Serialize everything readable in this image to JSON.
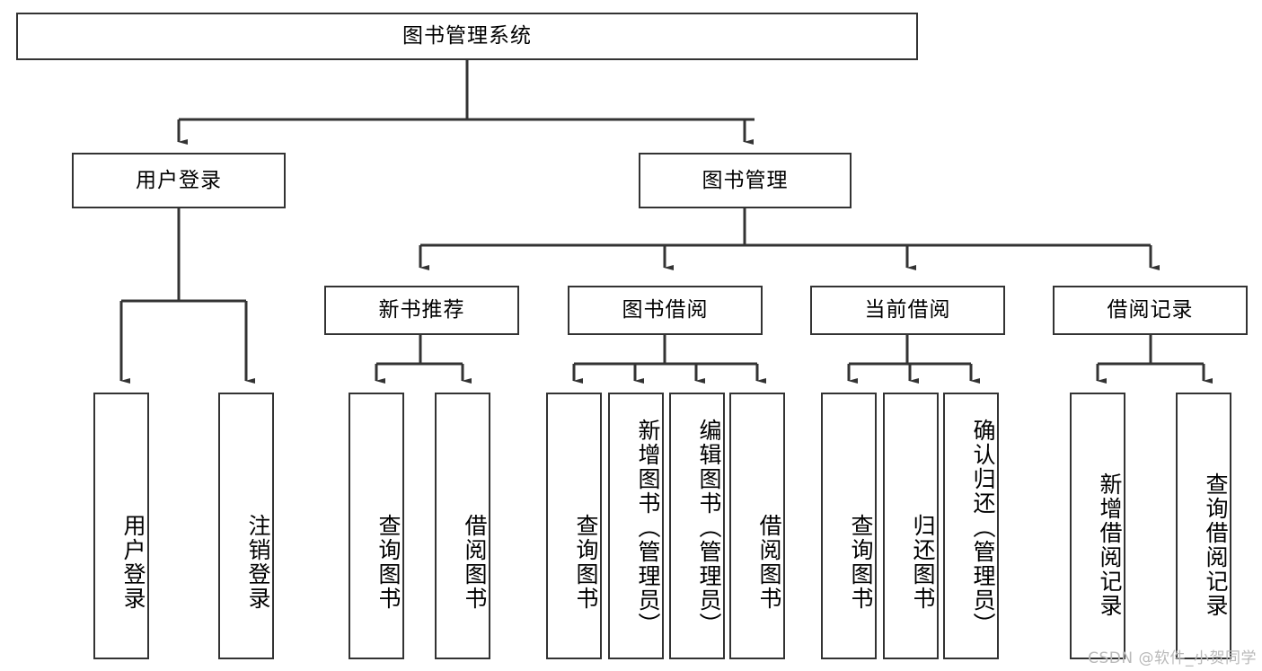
{
  "diagram": {
    "type": "tree-hierarchy",
    "title": "图书管理系统",
    "watermark": "CSDN @软件_小贺同学",
    "colors": {
      "stroke": "#333333",
      "fill": "#ffffff",
      "text": "#000000",
      "watermark": "#b9b9b9"
    },
    "nodes": {
      "root": {
        "label": "图书管理系统",
        "level": 1,
        "orientation": "horizontal"
      },
      "l2": [
        {
          "id": "user-login",
          "label": "用户登录",
          "level": 2,
          "orientation": "horizontal"
        },
        {
          "id": "book-manage",
          "label": "图书管理",
          "level": 2,
          "orientation": "horizontal"
        }
      ],
      "l3": [
        {
          "id": "new-book-recommend",
          "label": "新书推荐",
          "level": 3,
          "orientation": "horizontal",
          "parent": "book-manage"
        },
        {
          "id": "book-borrow",
          "label": "图书借阅",
          "level": 3,
          "orientation": "horizontal",
          "parent": "book-manage"
        },
        {
          "id": "current-borrow",
          "label": "当前借阅",
          "level": 3,
          "orientation": "horizontal",
          "parent": "book-manage"
        },
        {
          "id": "borrow-record",
          "label": "借阅记录",
          "level": 3,
          "orientation": "horizontal",
          "parent": "book-manage"
        }
      ],
      "leaves": [
        {
          "id": "leaf-user-login",
          "label": "用户登录",
          "parent": "user-login",
          "orientation": "vertical"
        },
        {
          "id": "leaf-logout",
          "label": "注销登录",
          "parent": "user-login",
          "orientation": "vertical"
        },
        {
          "id": "leaf-query-book-1",
          "label": "查询图书",
          "parent": "new-book-recommend",
          "orientation": "vertical"
        },
        {
          "id": "leaf-borrow-book-1",
          "label": "借阅图书",
          "parent": "new-book-recommend",
          "orientation": "vertical"
        },
        {
          "id": "leaf-query-book-2",
          "label": "查询图书",
          "parent": "book-borrow",
          "orientation": "vertical"
        },
        {
          "id": "leaf-add-book",
          "label": "新增图书（管理员）",
          "parent": "book-borrow",
          "orientation": "vertical"
        },
        {
          "id": "leaf-edit-book",
          "label": "编辑图书（管理员）",
          "parent": "book-borrow",
          "orientation": "vertical"
        },
        {
          "id": "leaf-borrow-book-2",
          "label": "借阅图书",
          "parent": "book-borrow",
          "orientation": "vertical"
        },
        {
          "id": "leaf-query-book-3",
          "label": "查询图书",
          "parent": "current-borrow",
          "orientation": "vertical"
        },
        {
          "id": "leaf-return-book",
          "label": "归还图书",
          "parent": "current-borrow",
          "orientation": "vertical"
        },
        {
          "id": "leaf-confirm-return",
          "label": "确认归还（管理员）",
          "parent": "current-borrow",
          "orientation": "vertical"
        },
        {
          "id": "leaf-add-record",
          "label": "新增借阅记录",
          "parent": "borrow-record",
          "orientation": "vertical"
        },
        {
          "id": "leaf-query-record",
          "label": "查询借阅记录",
          "parent": "borrow-record",
          "orientation": "vertical"
        }
      ]
    }
  }
}
